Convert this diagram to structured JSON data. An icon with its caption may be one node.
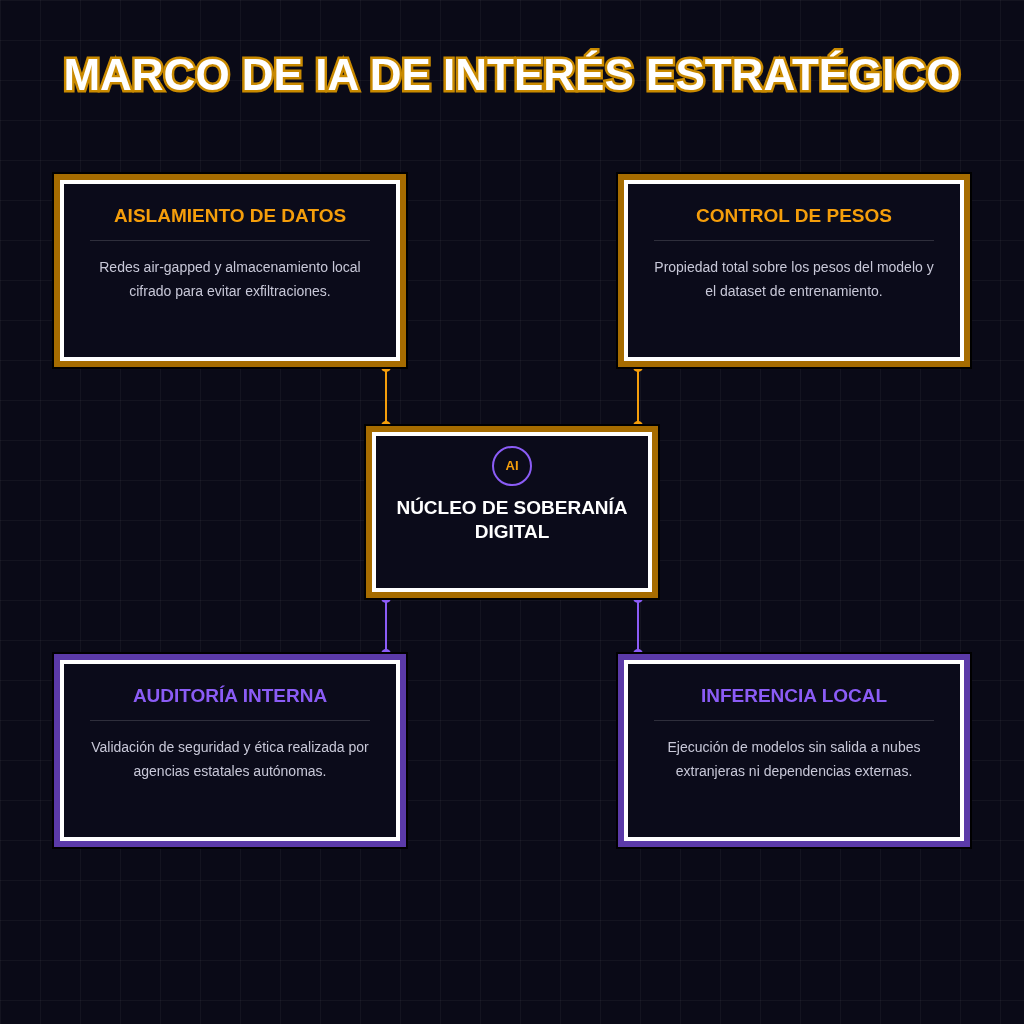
{
  "diagram": {
    "title": "MARCO DE IA DE INTERÉS ESTRATÉGICO",
    "nodes": [
      {
        "text": [
          "AISLAMIENTO DE DATOS",
          "Redes air-gapped y almacenamiento local cifrado para evitar exfiltraciones."
        ]
      },
      {
        "text": [
          "CONTROL DE PESOS",
          "Propiedad total sobre los pesos del modelo y el dataset de entrenamiento."
        ]
      },
      {
        "text": [
          "NÚCLEO DE SOBERANÍA DIGITAL"
        ]
      },
      {
        "text": [
          "AI"
        ],
        "in": 2
      },
      {
        "text": [
          "AUDITORÍA INTERNA",
          "Validación de seguridad y ética realizada por agencias estatales autónomas."
        ]
      },
      {
        "text": [
          "INFERENCIA LOCAL",
          "Ejecución de modelos sin salida a nubes extranjeras ni dependencias externas."
        ]
      }
    ],
    "edges": [
      {
        "from": 0,
        "to": 2,
        "arrow": "other",
        "color": "#f59e0b"
      },
      {
        "from": 1,
        "to": 2,
        "arrow": "other",
        "color": "#f59e0b"
      },
      {
        "from": 2,
        "to": 4,
        "arrow": "other",
        "color": "#8b5cf6"
      },
      {
        "from": 2,
        "to": 5,
        "arrow": "other",
        "color": "#8b5cf6"
      }
    ]
  }
}
